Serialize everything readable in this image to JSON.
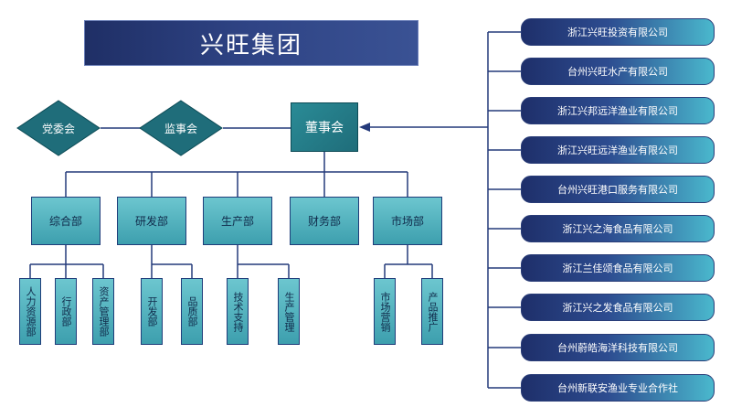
{
  "title": "兴旺集团",
  "party_committee": "党委会",
  "supervisory_board": "监事会",
  "board": "董事会",
  "departments": [
    {
      "name": "综合部",
      "subs": [
        "人力资源部",
        "行政部",
        "资产管理部"
      ]
    },
    {
      "name": "研发部",
      "subs": [
        "开发部",
        "品质部"
      ]
    },
    {
      "name": "生产部",
      "subs": [
        "技术支持",
        "生产管理"
      ]
    },
    {
      "name": "财务部",
      "subs": []
    },
    {
      "name": "市场部",
      "subs": [
        "市场营销",
        "产品推广"
      ]
    }
  ],
  "companies": [
    "浙江兴旺投资有限公司",
    "台州兴旺水产有限公司",
    "浙江兴邦远洋渔业有限公司",
    "浙江兴旺远洋渔业有限公司",
    "台州兴旺港口服务有限公司",
    "浙江兴之海食品有限公司",
    "浙江兰佳颂食品有限公司",
    "浙江兴之发食品有限公司",
    "台州蔚皓海洋科技有限公司",
    "台州新联安渔业专业合作社"
  ],
  "colors": {
    "line": "#243a7a",
    "title_bg": "#2f4485",
    "diamond": "#1f6d7a",
    "box": "#4aacb9"
  }
}
